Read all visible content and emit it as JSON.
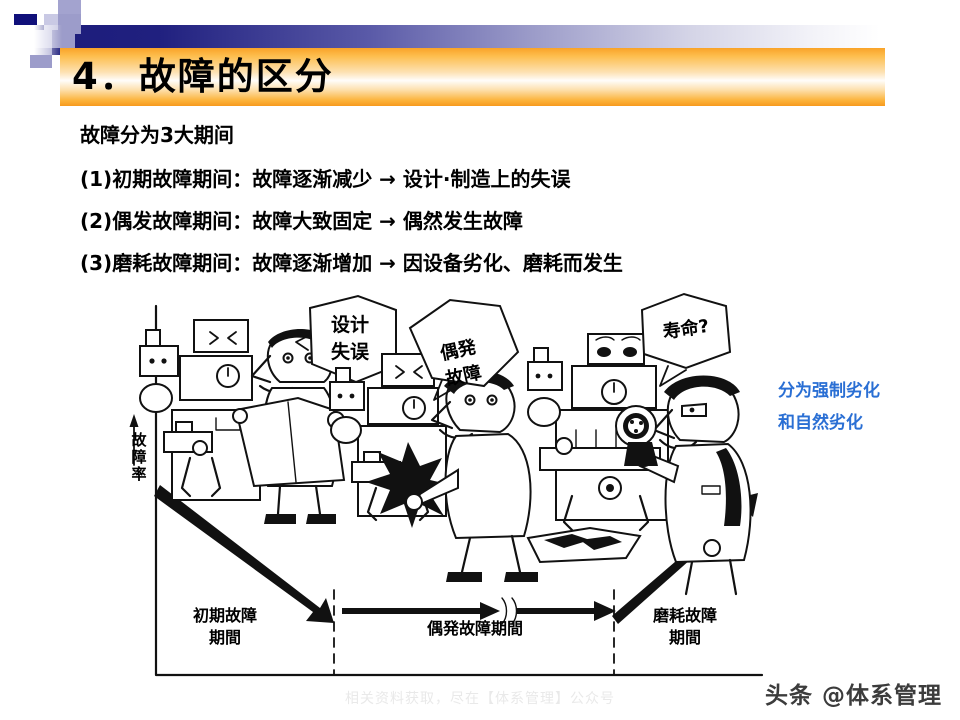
{
  "slide": {
    "title": "4．故障的区分",
    "lead": "故障分为3大期间",
    "bullets": [
      "(1)初期故障期间：故障逐渐减少  →  设计·制造上的失误",
      "(2)偶发故障期间：故障大致固定    →  偶然发生故障",
      "(3)磨耗故障期间：故障逐渐增加  →  因设备劣化、磨耗而发生"
    ],
    "note": {
      "line1": "分为强制劣化",
      "line2": "和自然劣化",
      "color": "#2a6fd4"
    }
  },
  "figure": {
    "y_axis_label": "故障率",
    "periods": [
      {
        "label": "初期故障\n期間"
      },
      {
        "label": "偶発故障期間"
      },
      {
        "label": "磨耗故障\n期間"
      }
    ],
    "speech_bubbles": [
      {
        "text": "设计\n失误"
      },
      {
        "text": "偶発\n故障"
      },
      {
        "text": "寿命?"
      }
    ]
  },
  "footer": {
    "watermark": "相关资料获取，尽在【体系管理】公众号",
    "brand": "头条 @体系管理"
  },
  "theme": {
    "title_bar_orange": "#f9a328",
    "header_blue": "#1b1b7a",
    "accent_blue": "#2a6fd4"
  }
}
